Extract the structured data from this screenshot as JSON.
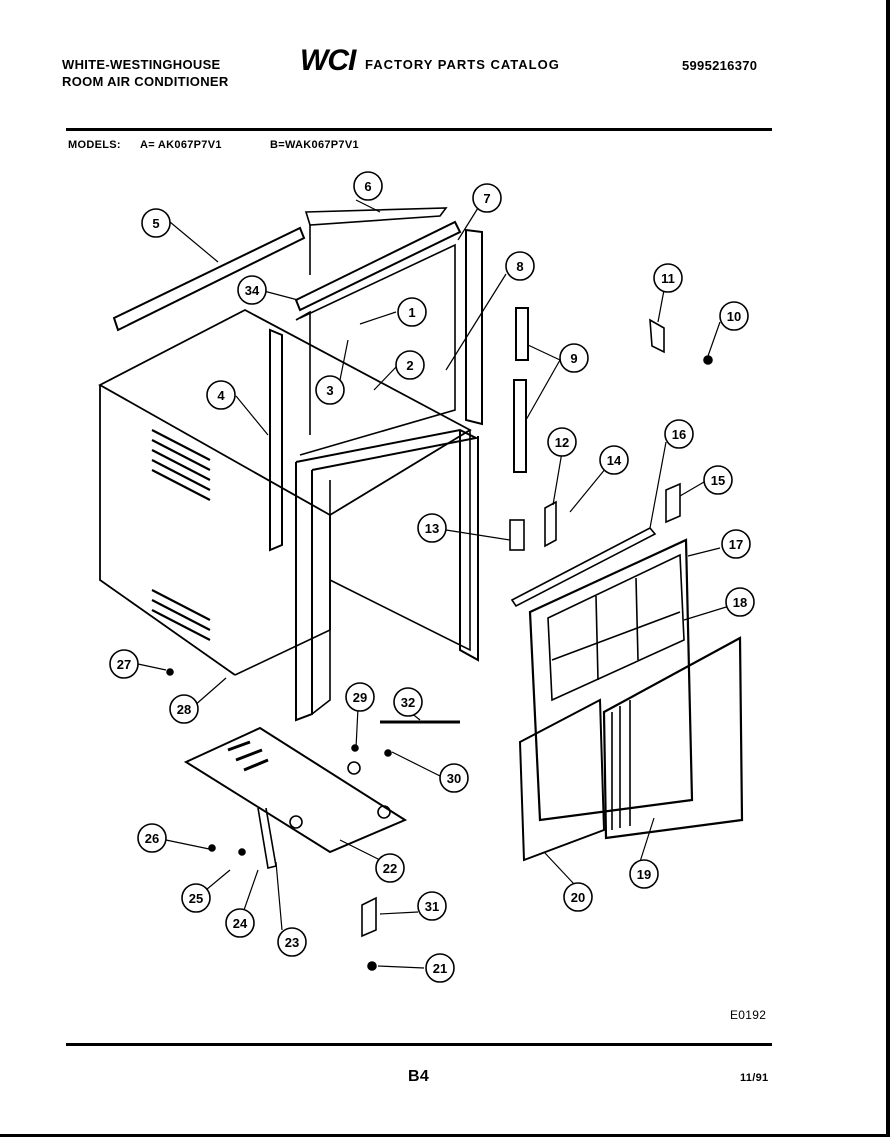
{
  "header": {
    "brand_line1": "WHITE-WESTINGHOUSE",
    "brand_line2": "ROOM AIR CONDITIONER",
    "logo_text": "WCI",
    "catalog_title": "FACTORY PARTS CATALOG",
    "part_number": "5995216370",
    "models_label": "MODELS:",
    "model_a": "A= AK067P7V1",
    "model_b": "B=WAK067P7V1"
  },
  "callouts": [
    "1",
    "2",
    "3",
    "4",
    "5",
    "6",
    "7",
    "8",
    "9",
    "10",
    "11",
    "12",
    "13",
    "14",
    "15",
    "16",
    "17",
    "18",
    "19",
    "20",
    "21",
    "22",
    "23",
    "24",
    "25",
    "26",
    "27",
    "28",
    "29",
    "30",
    "31",
    "32",
    "34"
  ],
  "footer": {
    "diagram_code": "E0192",
    "page_label": "B4",
    "date": "11/91"
  }
}
